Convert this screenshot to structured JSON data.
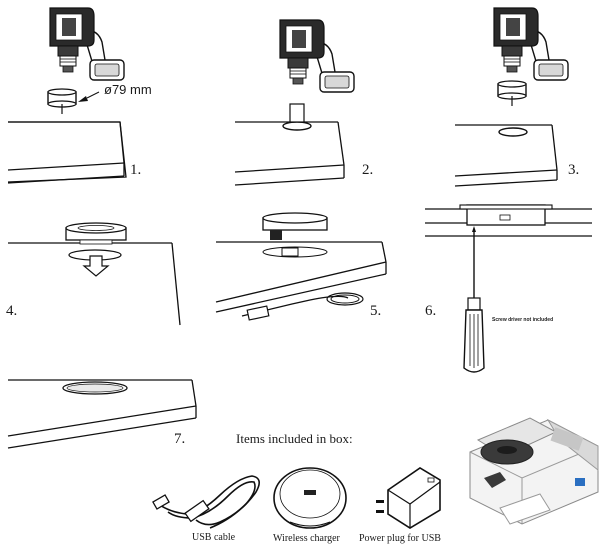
{
  "steps": [
    "1.",
    "2.",
    "3.",
    "4.",
    "5.",
    "6.",
    "7."
  ],
  "hole_diameter_label": "ø79 mm",
  "screwdriver_note": "Screw driver not included",
  "box_section": {
    "title": "Items included in box:",
    "items": [
      "USB cable",
      "Wireless charger",
      "Power plug for USB"
    ]
  },
  "icons": [
    "drill-icon",
    "hole-saw-icon",
    "tabletop-icon",
    "charger-puck-icon",
    "screwdriver-icon",
    "usb-cable-icon",
    "power-plug-icon",
    "product-box-icon"
  ]
}
